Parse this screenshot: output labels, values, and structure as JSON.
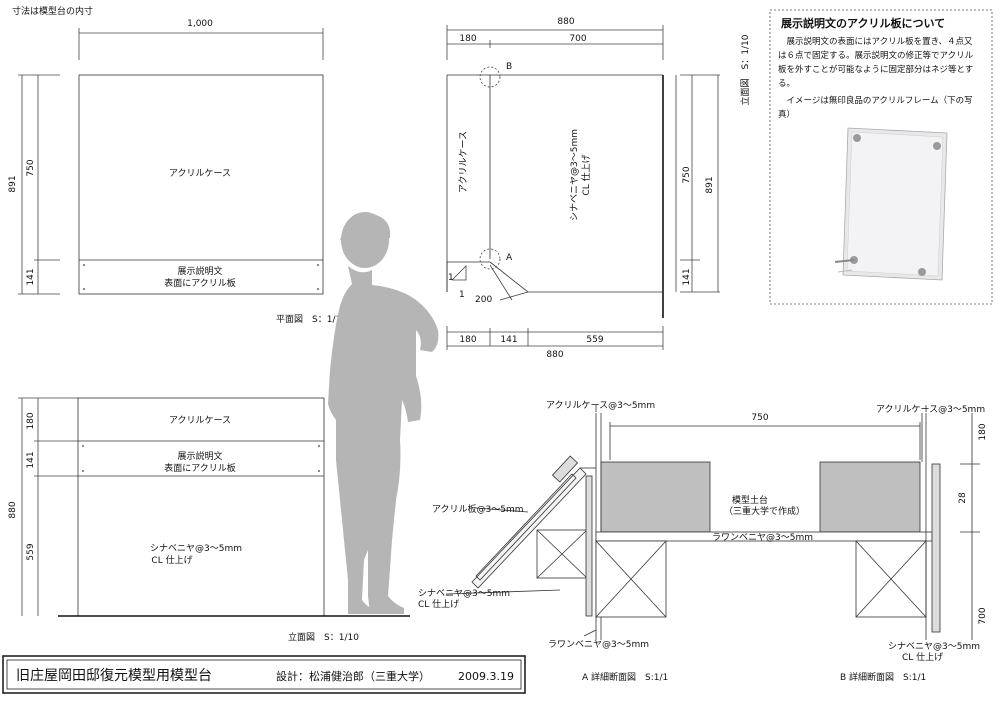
{
  "dim_note": "寸法は模型台の内寸",
  "plan": {
    "dim_top": "1,000",
    "dim_left_total": "891",
    "dim_left_upper": "750",
    "dim_left_lower": "141",
    "case_label": "アクリルケース",
    "panel_label_1": "展示説明文",
    "panel_label_2": "表面にアクリル板",
    "caption": "平面図　S：1/10"
  },
  "side": {
    "dim_top_total": "880",
    "dim_top_a": "180",
    "dim_top_b": "700",
    "dim_bot_a": "180",
    "dim_bot_b": "141",
    "dim_bot_c": "559",
    "dim_bot_total": "880",
    "dim_right_upper": "750",
    "dim_right_total": "891",
    "dim_right_lower": "141",
    "case_label": "アクリルケース",
    "plywood_label": "シナベニヤ@3〜5mm",
    "finish_label": "CL 仕上げ",
    "marker_a": "A",
    "marker_b": "B",
    "slope_1": "1",
    "slope_2": "1",
    "slope_200": "200",
    "caption": "立面図　S：1/10"
  },
  "front": {
    "dim_180": "180",
    "dim_141": "141",
    "dim_880": "880",
    "dim_559": "559",
    "case_label": "アクリルケース",
    "panel_label_1": "展示説明文",
    "panel_label_2": "表面にアクリル板",
    "plywood_label": "シナベニヤ@3〜5mm",
    "finish_label": "CL 仕上げ",
    "caption": "立面図　S：1/10"
  },
  "note": {
    "title": "展示説明文のアクリル板について",
    "lines": [
      "　展示説明文の表面にはアクリル板を置き、４点又",
      "は６点で固定する。展示説明文の修正等でアクリル",
      "板を外すことが可能なように固定部分はネジ等とす",
      "る。",
      "　イメージは無印良品のアクリルフレーム（下の写",
      "真）"
    ]
  },
  "detail_a": {
    "case_label": "アクリルケース@3〜5mm",
    "acrylic_label": "アクリル板@3〜5mm",
    "plywood_label": "シナベニヤ@3〜5mm",
    "finish_label": "CL 仕上げ",
    "lauan_label": "ラワンベニヤ@3〜5mm",
    "caption": "A 詳細断面図　S:1/1"
  },
  "detail_center": {
    "dim_750": "750",
    "model_label_1": "模型土台",
    "model_label_2": "（三重大学で作成）",
    "lauan_label": "ラワンベニヤ@3〜5mm"
  },
  "detail_b": {
    "case_label": "アクリルケース@3〜5mm",
    "dim_180": "180",
    "dim_28": "28",
    "dim_700": "700",
    "plywood_label": "シナベニヤ@3〜5mm",
    "finish_label": "CL 仕上げ",
    "caption": "B 詳細断面図　S:1/1"
  },
  "titleblock": {
    "project": "旧庄屋岡田邸復元模型用模型台",
    "designer": "設計：松浦健治郎（三重大学）",
    "date": "2009.3.19"
  }
}
